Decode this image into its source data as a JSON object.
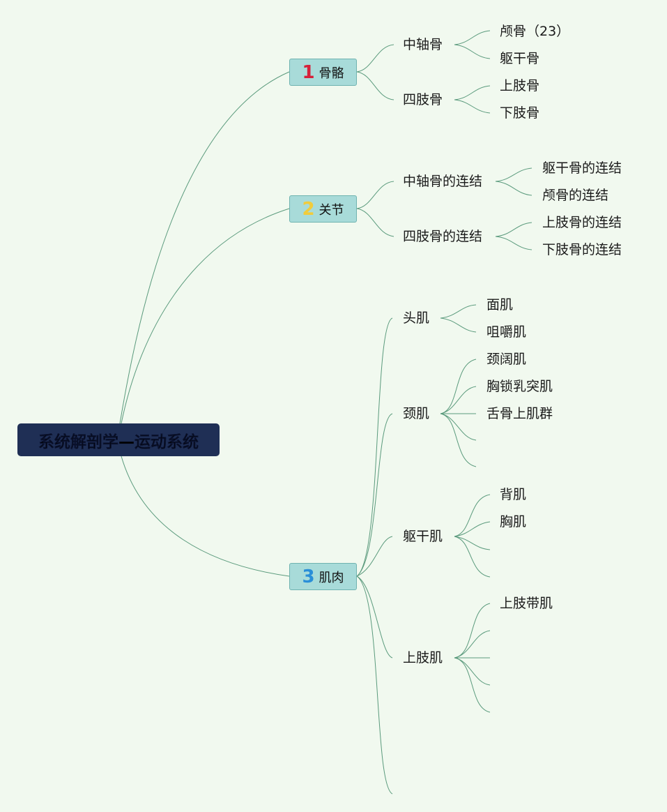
{
  "root": {
    "title": "系统解剖学—运动系统"
  },
  "branches": [
    {
      "number": "1",
      "label": "骨骼",
      "number_color": "#d6213a",
      "children": [
        {
          "label": "中轴骨",
          "children": [
            "颅骨（23）",
            "躯干骨"
          ]
        },
        {
          "label": "四肢骨",
          "children": [
            "上肢骨",
            "下肢骨"
          ]
        }
      ]
    },
    {
      "number": "2",
      "label": "关节",
      "number_color": "#f1cc3c",
      "children": [
        {
          "label": "中轴骨的连结",
          "children": [
            "躯干骨的连结",
            "颅骨的连结"
          ]
        },
        {
          "label": "四肢骨的连结",
          "children": [
            "上肢骨的连结",
            "下肢骨的连结"
          ]
        }
      ]
    },
    {
      "number": "3",
      "label": "肌肉",
      "number_color": "#2a8fd8",
      "children": [
        {
          "label": "头肌",
          "children": [
            "面肌",
            "咀嚼肌"
          ]
        },
        {
          "label": "颈肌",
          "children": [
            "颈阔肌",
            "胸锁乳突肌",
            "舌骨上肌群",
            "",
            ""
          ]
        },
        {
          "label": "躯干肌",
          "children": [
            "背肌",
            "胸肌",
            "",
            ""
          ]
        },
        {
          "label": "上肢肌",
          "children": [
            "上肢带肌",
            "",
            "",
            "",
            ""
          ]
        },
        {
          "label": "",
          "children": []
        }
      ]
    }
  ],
  "colors": {
    "background": "#f1f9ef",
    "root_fill": "#1f2f55",
    "branch_fill": "#a8dbd9",
    "connector": "#5a9a7c"
  }
}
